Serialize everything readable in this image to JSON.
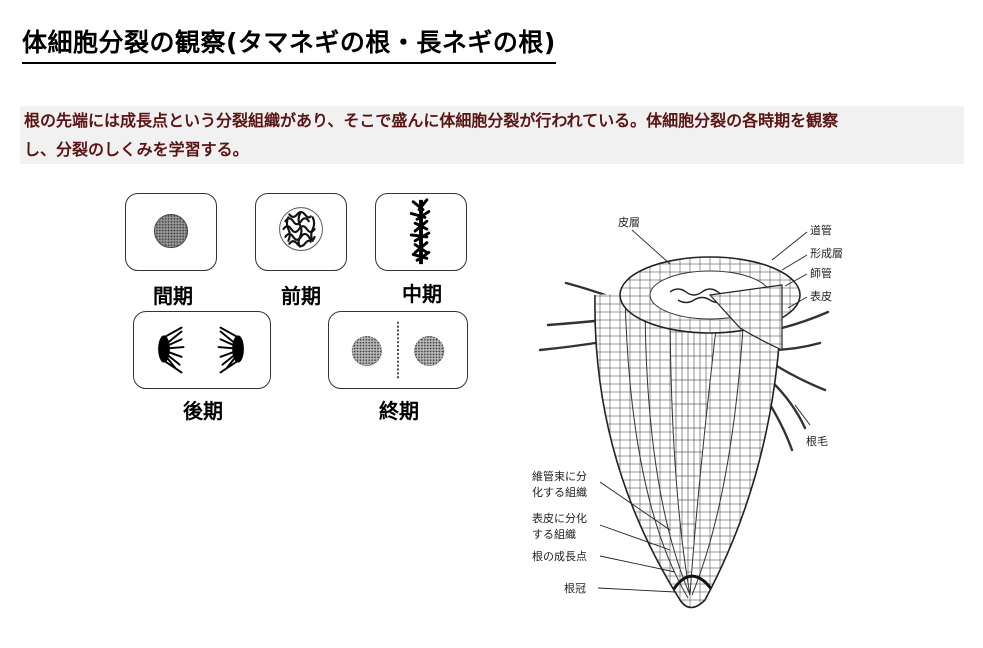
{
  "title": "体細胞分裂の観察(タマネギの根・長ネギの根)",
  "intro": {
    "line1": "根の先端には成長点という分裂組織があり、そこで盛んに体細胞分裂が行われている。体細胞分裂の各時期を観察",
    "line2": "し、分裂のしくみを学習する。"
  },
  "phases": {
    "interphase": "間期",
    "prophase": "前期",
    "metaphase": "中期",
    "anaphase": "後期",
    "telophase": "終期"
  },
  "root_labels": {
    "cortex": "皮層",
    "xylem": "道管",
    "cambium": "形成層",
    "phloem": "師管",
    "epidermis": "表皮",
    "root_hair": "根毛",
    "vascular_tissue_l1": "維管束に分",
    "vascular_tissue_l2": "化する組織",
    "epidermal_tissue_l1": "表皮に分化",
    "epidermal_tissue_l2": "する組織",
    "growing_point": "根の成長点",
    "root_cap": "根冠"
  },
  "colors": {
    "intro_text": "#5a1414",
    "intro_bg": "#f1f1f1"
  }
}
